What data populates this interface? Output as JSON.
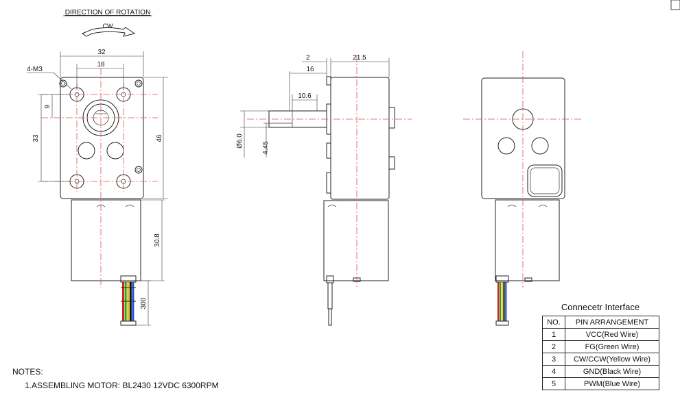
{
  "rotation": {
    "title": "DIRECTION OF ROTATION",
    "label": "CW"
  },
  "front_view": {
    "mount_label": "4-M3",
    "dim_width": "32",
    "dim_hole_spacing_x": "18",
    "dim_height": "46",
    "dim_hole_spacing_y": "33",
    "dim_shaft_offset": "9",
    "dim_motor_length": "30.8",
    "dim_wire_length": "300"
  },
  "side_view": {
    "dim_shaft_step": "2",
    "dim_shaft_length": "16",
    "dim_flat_length": "10.6",
    "dim_gearbox_depth": "21.5",
    "dim_shaft_diameter": "Ø6.0",
    "dim_flat_thickness": "4.45"
  },
  "notes": {
    "title": "NOTES:",
    "line1": "1.ASSEMBLING MOTOR: BL2430 12VDC   6300RPM"
  },
  "pin_table": {
    "title": "Connecetr Interface",
    "headers": [
      "NO.",
      "PIN ARRANGEMENT"
    ],
    "rows": [
      [
        "1",
        "VCC(Red Wire)"
      ],
      [
        "2",
        "FG(Green Wire)"
      ],
      [
        "3",
        "CW/CCW(Yellow Wire)"
      ],
      [
        "4",
        "GND(Black Wire)"
      ],
      [
        "5",
        "PWM(Blue Wire)"
      ]
    ]
  },
  "wire_colors": [
    "#d62020",
    "#2aa02a",
    "#e6c800",
    "#111111",
    "#2050c8"
  ]
}
